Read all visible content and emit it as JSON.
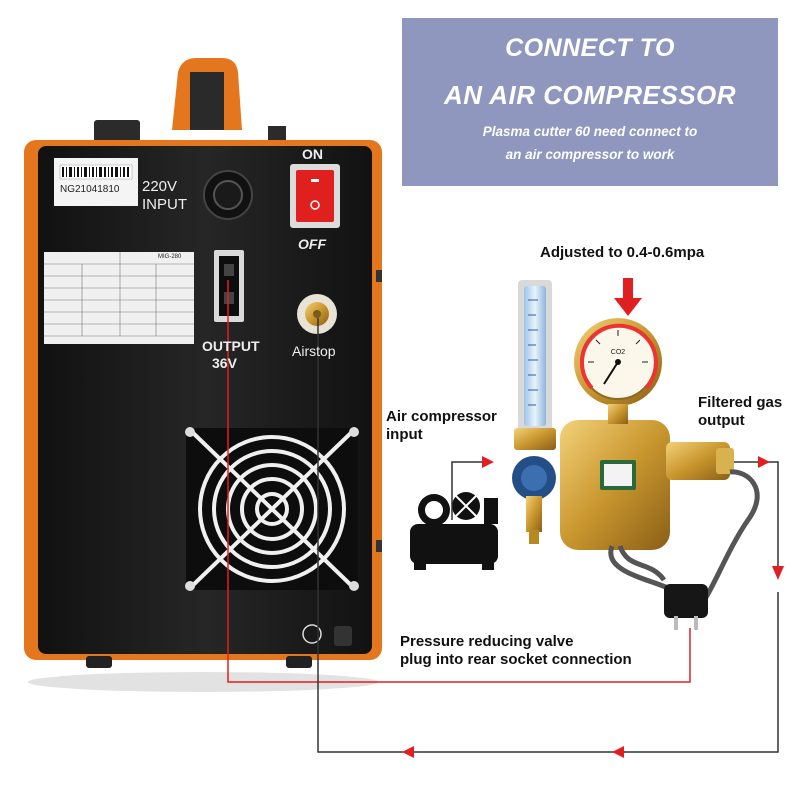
{
  "banner": {
    "title_line1": "CONNECT TO",
    "title_line2": "AN AIR COMPRESSOR",
    "subtitle_line1": "Plasma cutter 60 need connect to",
    "subtitle_line2": "an air compressor to work"
  },
  "machine": {
    "serial_label": "NG21041810",
    "input_voltage": "220V",
    "input_label": "INPUT",
    "switch_on": "ON",
    "switch_off": "OFF",
    "output_label": "OUTPUT",
    "output_voltage": "36V",
    "air_port_label": "Airstop",
    "nameplate_model": "MIG-280"
  },
  "annotations": {
    "pressure_setting": "Adjusted to 0.4-0.6mpa",
    "air_input_line1": "Air compressor",
    "air_input_line2": "input",
    "gas_output_line1": "Filtered gas",
    "gas_output_line2": "output",
    "valve_plug_line1": "Pressure reducing valve",
    "valve_plug_line2": "plug into rear socket connection"
  },
  "gauge": {
    "unit_label": "CO2"
  },
  "colors": {
    "banner_bg": "#8f97bf",
    "machine_body": "#1e1e1e",
    "machine_frame": "#e4761e",
    "power_line": "#e02020",
    "gas_line": "#333333",
    "brass": "#c9a23a"
  }
}
